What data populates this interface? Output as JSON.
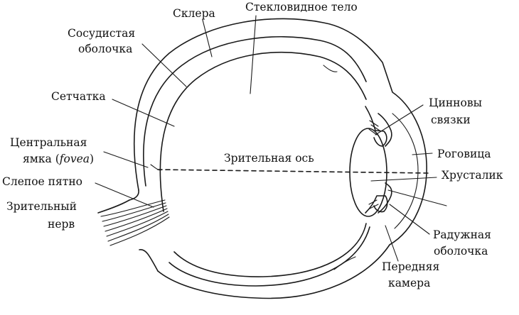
{
  "labels": {
    "sclera": "Склера",
    "vitreous": "Стекловидное тело",
    "choroid_1": "Сосудистая",
    "choroid_2": "оболочка",
    "retina": "Сетчатка",
    "zinn_1": "Цинновы",
    "zinn_2": "связки",
    "fovea_1": "Центральная",
    "fovea_2": "ямка (",
    "fovea_word": "fovea",
    "fovea_close": ")",
    "cornea": "Роговица",
    "visual_axis": "Зрительная ось",
    "blind_spot": "Слепое пятно",
    "lens": "Хрусталик",
    "nerve_1": "Зрительный",
    "nerve_2": "нерв",
    "iris_1": "Радужная",
    "iris_2": "оболочка",
    "chamber_1": "Передняя",
    "chamber_2": "камера"
  },
  "colors": {
    "ink": "#1a1a1a",
    "background": "#ffffff"
  }
}
